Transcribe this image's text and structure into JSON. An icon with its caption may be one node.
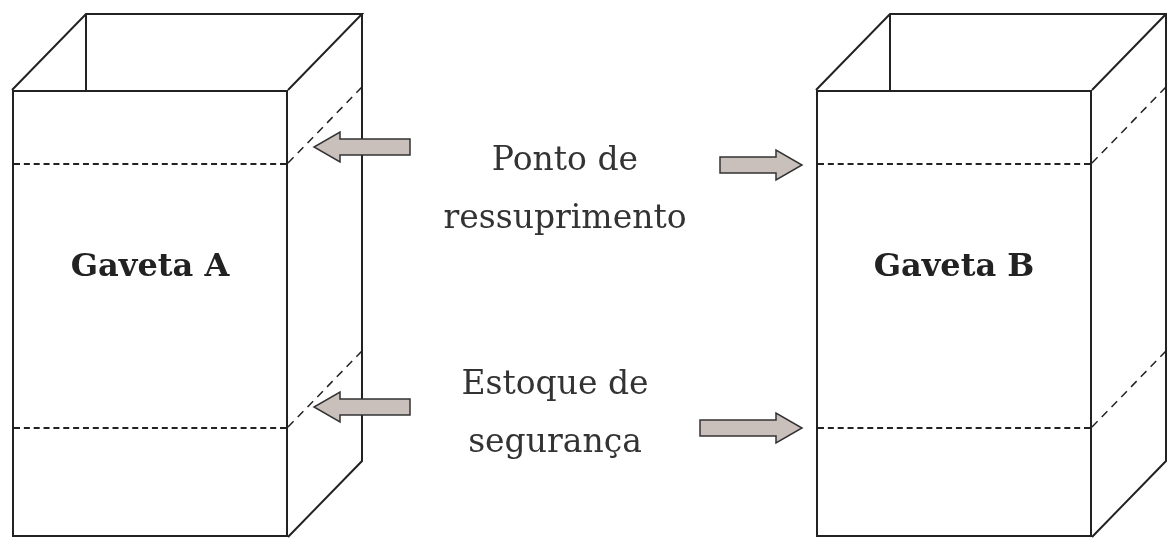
{
  "diagram": {
    "nodes": [
      {
        "text": [
          "Gaveta A"
        ]
      },
      {
        "text": [
          "Ponto de ressuprimento"
        ]
      },
      {
        "text": [
          "Gaveta B"
        ]
      },
      {
        "text": [
          "Estoque de segurança"
        ]
      }
    ],
    "edges": [
      {
        "from": 1,
        "to": 0,
        "arrow": "to"
      },
      {
        "from": 1,
        "to": 2,
        "arrow": "to"
      },
      {
        "from": 3,
        "to": 0,
        "arrow": "to"
      },
      {
        "from": 3,
        "to": 2,
        "arrow": "to"
      }
    ]
  }
}
